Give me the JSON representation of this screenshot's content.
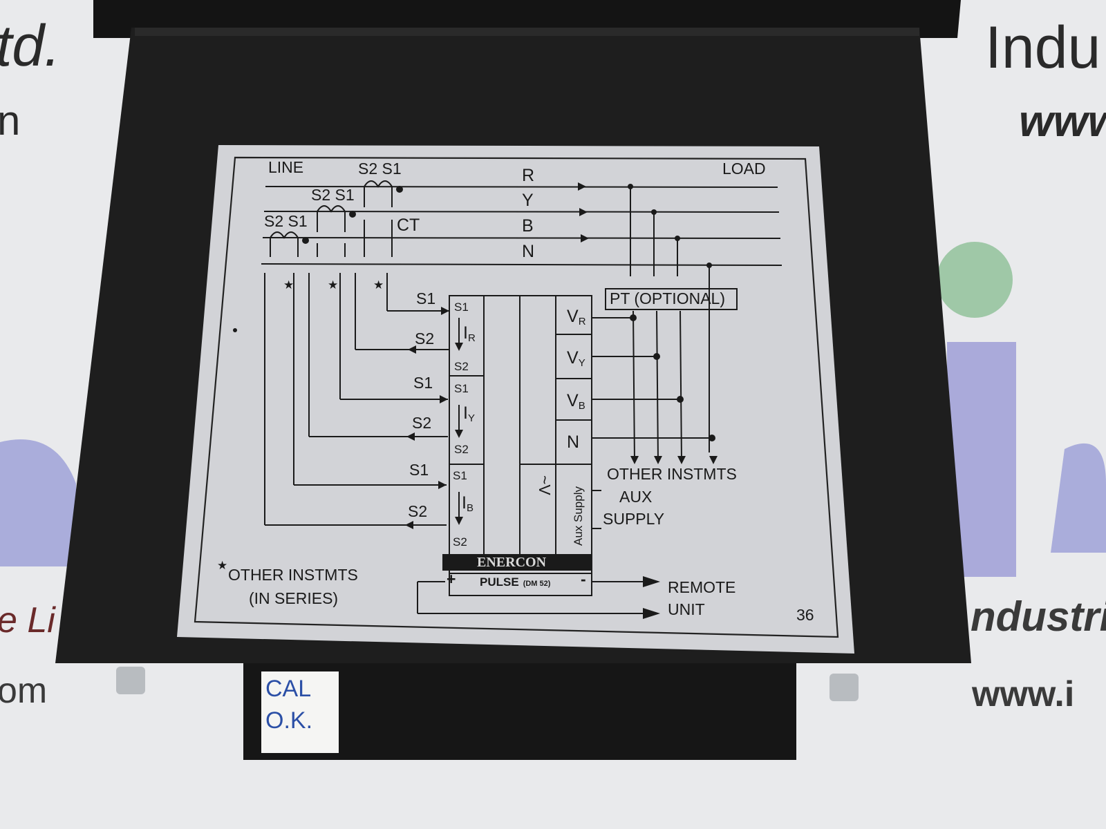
{
  "background_text": {
    "top_left": "td.",
    "top_right": "Indu",
    "right_www": "www",
    "right_industrial": "ndustri",
    "right_www_bottom": "www.i",
    "left_italic": "e Li",
    "left_com": "om",
    "left_n": "n"
  },
  "wiring_label": {
    "line": "LINE",
    "load": "LOAD",
    "phases": [
      "R",
      "Y",
      "B",
      "N"
    ],
    "ct_pair_labels": [
      "S2 S1",
      "S2 S1",
      "S2 S1"
    ],
    "ct": "CT",
    "pt_optional": "PT (OPTIONAL)",
    "current_inputs": [
      {
        "s1": "S1",
        "s2": "S2",
        "symbol": "I",
        "sub": "R",
        "left_s1": "S1",
        "left_s2": "S2"
      },
      {
        "s1": "S1",
        "s2": "S2",
        "symbol": "I",
        "sub": "Y",
        "left_s1": "S1",
        "left_s2": "S2"
      },
      {
        "s1": "S1",
        "s2": "S2",
        "symbol": "I",
        "sub": "B",
        "left_s1": "S1",
        "left_s2": "S2"
      }
    ],
    "voltage_inputs": [
      {
        "symbol": "V",
        "sub": "R"
      },
      {
        "symbol": "V",
        "sub": "Y"
      },
      {
        "symbol": "V",
        "sub": "B"
      },
      {
        "symbol": "N",
        "sub": ""
      }
    ],
    "tilde_v": "~V",
    "aux_supply_vertical": "Aux Supply",
    "other_instmts": "OTHER INSTMTS",
    "aux_line1": "AUX",
    "aux_line2": "SUPPLY",
    "brand": "ENERCON",
    "pulse_plus": "+",
    "pulse": "PULSE",
    "pulse_model": "(DM 52)",
    "pulse_minus": "-",
    "remote_line1": "REMOTE",
    "remote_line2": "UNIT",
    "star": "★",
    "footnote_line1": "OTHER INSTMTS",
    "footnote_line2": "(IN SERIES)",
    "page_number": "36"
  },
  "sticker": {
    "line1": "CAL",
    "line2": "O.K."
  },
  "colors": {
    "housing": "#1c1c1c",
    "label_plate": "#d2d3d7",
    "ink": "#1a1a1a",
    "sticker_text": "#2b4fa6"
  }
}
